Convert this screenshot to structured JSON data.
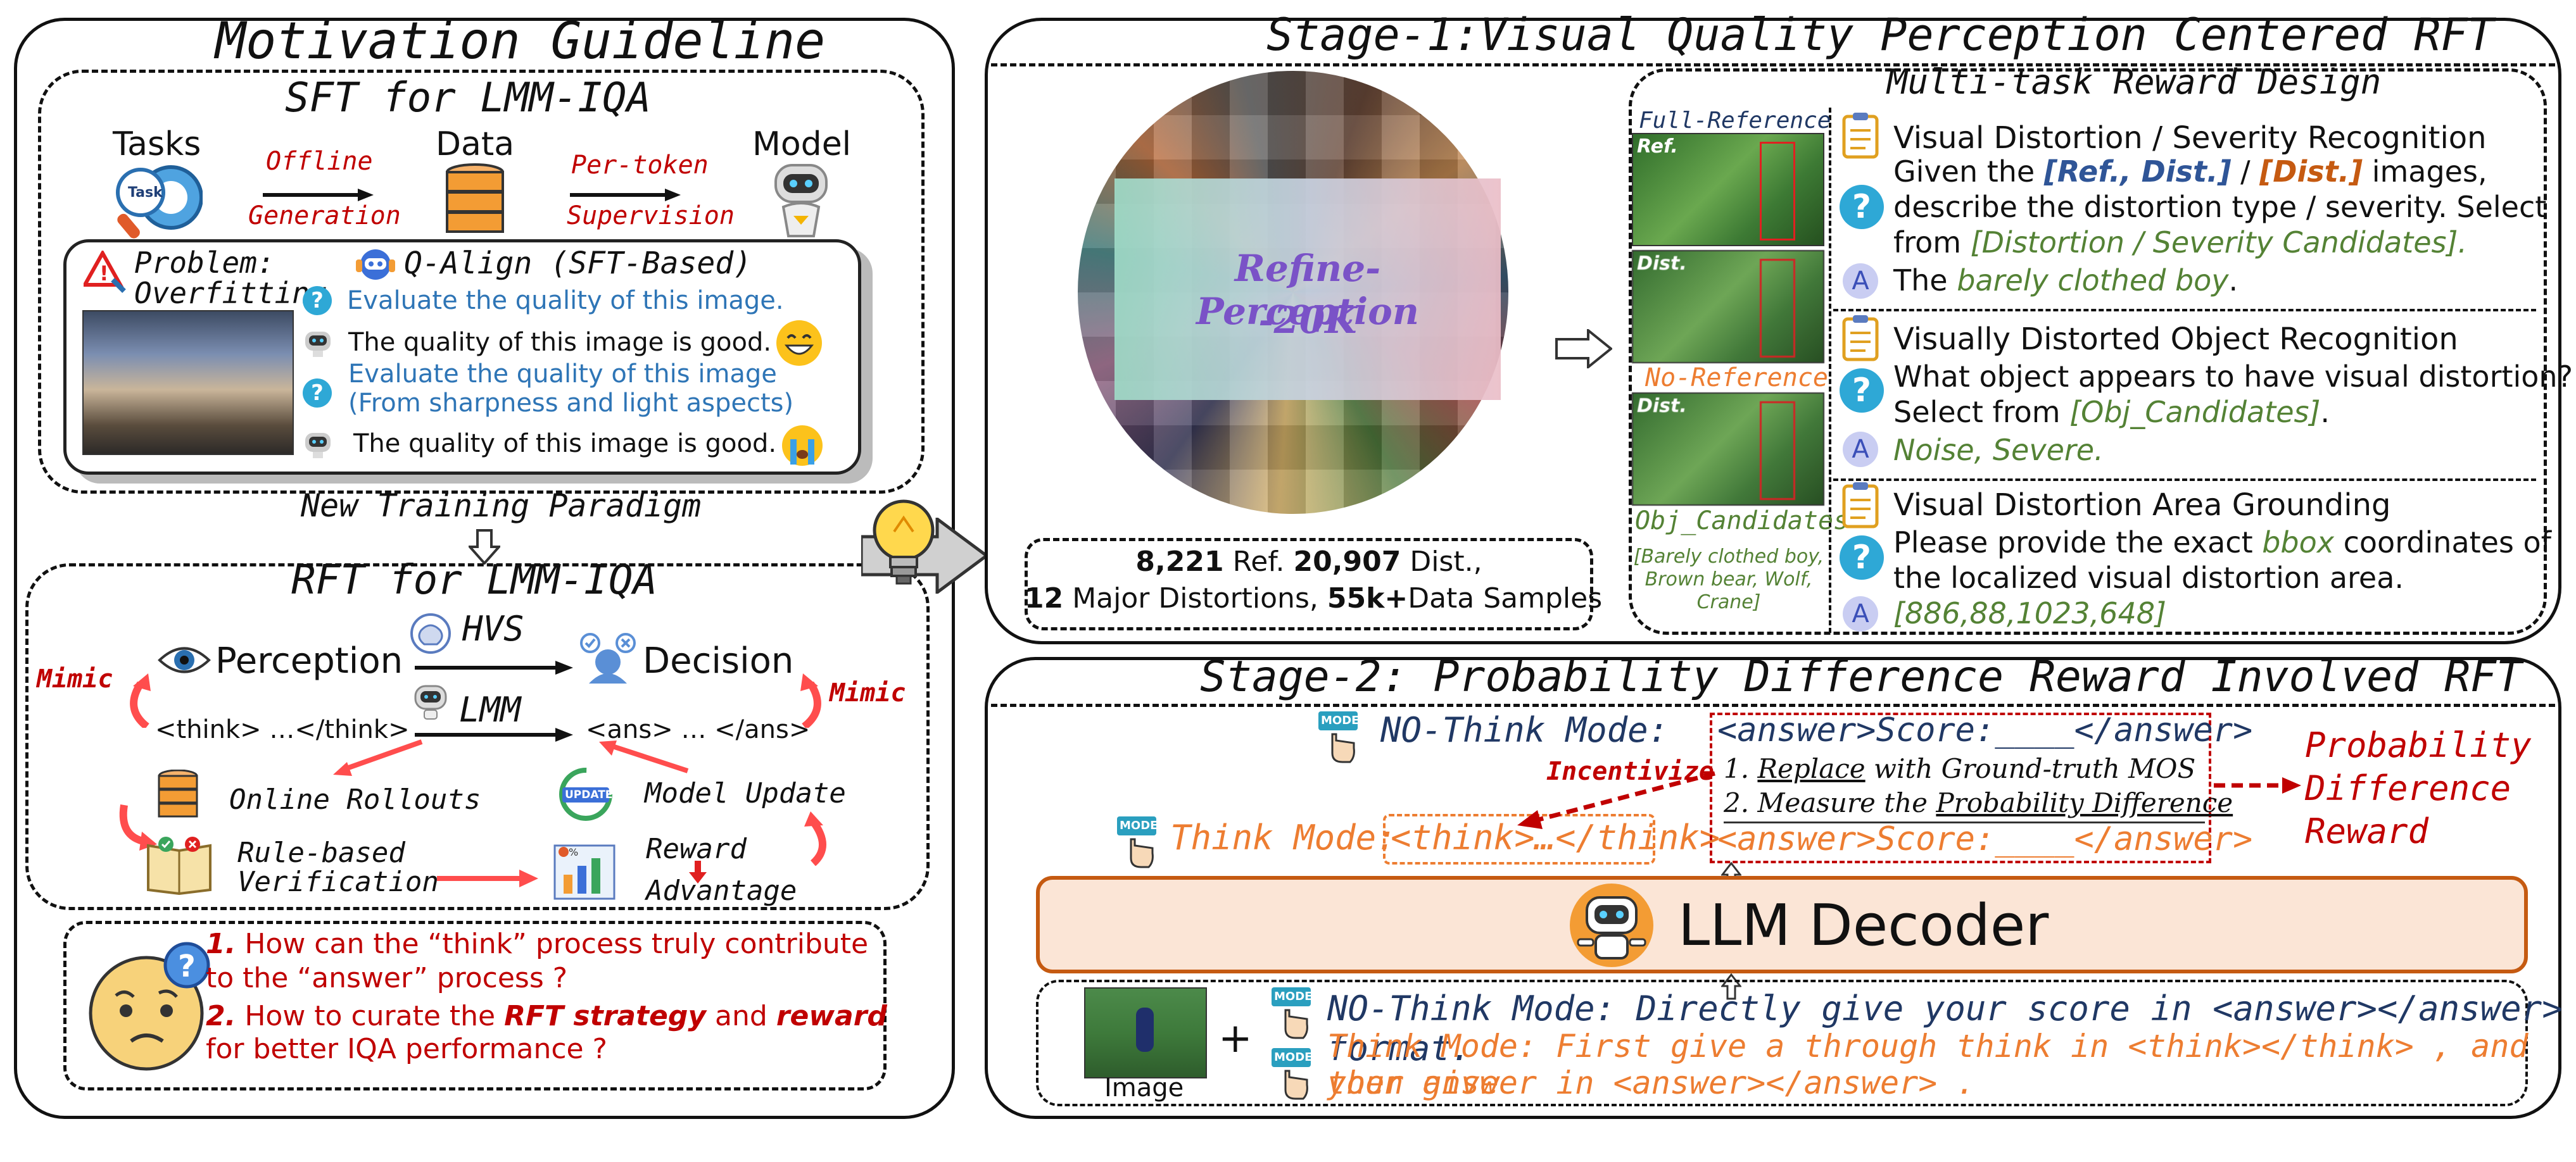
{
  "left": {
    "title": "Motivation Guideline",
    "sft": {
      "title": "SFT for LMM-IQA",
      "tasks_label": "Tasks",
      "task_badge": "Task",
      "data_label": "Data",
      "model_label": "Model",
      "arrow1_top": "Offline",
      "arrow1_bottom": "Generation",
      "arrow2_top": "Per-token",
      "arrow2_bottom": "Supervision",
      "problem_line1": "Problem:",
      "problem_line2": "Overfitting",
      "qalign": "Q-Align (SFT-Based)",
      "q1": "Evaluate the quality of this image.",
      "a1": "The quality  of this image is good.",
      "q2_line1": "Evaluate the quality of this image",
      "q2_line2": "(From sharpness and light aspects)",
      "a2": "The quality  of this image is good."
    },
    "new_paradigm": "New Training Paradigm",
    "rft": {
      "title": "RFT for LMM-IQA",
      "perception": "Perception",
      "hvs": "HVS",
      "decision": "Decision",
      "lmm": "LMM",
      "think_tag": "<think> …</think>",
      "ans_tag": "<ans> … </ans>",
      "mimic_left": "Mimic",
      "mimic_right": "Mimic",
      "online_rollouts": "Online Rollouts",
      "model_update": "Model Update",
      "update_badge": "UPDATE",
      "rule_line1": "Rule-based",
      "rule_line2": "Verification",
      "reward_line1": "Reward",
      "reward_line2": "Advantage"
    },
    "questions": {
      "q1_num": "1.",
      "q1_line1": " How can the “think” process truly contribute",
      "q1_line2": "to the “answer” process ?",
      "q2_num": "2.",
      "q2_pre": " How to curate the ",
      "q2_strategy": "RFT strategy",
      "q2_mid": " and ",
      "q2_reward": "reward",
      "q2_line2": "for better IQA performance ?"
    }
  },
  "stage1": {
    "title": "Stage-1:Visual Quality Perception Centered RFT",
    "dataset_line1": "Refine-Perception",
    "dataset_line2": "-20K",
    "stats_ref_num": "8,221",
    "stats_ref": " Ref. ",
    "stats_dist_num": "20,907",
    "stats_dist": " Dist.,",
    "stats_major_num": "12",
    "stats_major": " Major Distortions, ",
    "stats_samples_num": "55k+",
    "stats_samples": "Data Samples",
    "reward_design": "Multi-task Reward Design",
    "full_ref": "Full-Reference",
    "no_ref": "No-Reference",
    "ref_tag": "Ref.",
    "dist_tag": "Dist.",
    "obj_candidates": "Obj_Candidates",
    "cand_line1": "[Barely clothed boy,",
    "cand_line2": "Brown bear, Wolf,",
    "cand_line3": "Crane]",
    "task1": {
      "title": "Visual Distortion / Severity Recognition",
      "q_pre": "Given the ",
      "q_refdist": "[Ref., Dist.]",
      "q_slash": " / ",
      "q_dist": "[Dist.]",
      "q_post": " images,",
      "q_line2": "describe the distortion type / severity. Select",
      "q_line3_pre": "from  ",
      "q_line3_cand": "[Distortion / Severity Candidates].",
      "a_pre": "The ",
      "a_ans": "barely clothed boy",
      "a_post": "."
    },
    "task2": {
      "title": "Visually Distorted Object Recognition",
      "q_line1": "What object appears to have visual distortion?",
      "q_line2_pre": "Select from ",
      "q_line2_cand": "[Obj_Candidates]",
      "q_line2_post": ".",
      "a": "Noise, Severe."
    },
    "task3": {
      "title": "Visual Distortion Area Grounding",
      "q_line1_pre": "Please provide the exact ",
      "q_line1_bbox": "bbox",
      "q_line1_post": " coordinates of",
      "q_line2": "the localized visual distortion area.",
      "a": "[886,88,1023,648]"
    },
    "q_icon": "?",
    "a_icon": "A"
  },
  "stage2": {
    "title": "Stage-2: Probability Difference Reward Involved RFT",
    "no_think_mode": "NO-Think Mode:",
    "think_mode": "Think Mode:",
    "think_tag": "<think>…</think>",
    "answer_tag_top": "<answer>Score:____</answer>",
    "step1_num": "1. ",
    "step1_replace": "Replace",
    "step1_rest": " with Ground-truth MOS",
    "step2_num": "2. ",
    "step2_measure": "Measure the ",
    "step2_pd": "Probability Difference",
    "answer_tag_bottom": "<answer>Score:____</answer>",
    "incentivize": "Incentivize",
    "reward_line1": "Probability",
    "reward_line2": "Difference",
    "reward_line3": "Reward",
    "decoder": "LLM Decoder",
    "mode_badge": "MODE",
    "image_label": "Image",
    "plus": "+",
    "prompt_nothink": "NO-Think Mode:  Directly give your score in <answer></answer> format.",
    "prompt_think_line1": "Think Mode: First give a through think in <think></think> , and then give",
    "prompt_think_line2": "your answer in <answer></answer> ."
  }
}
